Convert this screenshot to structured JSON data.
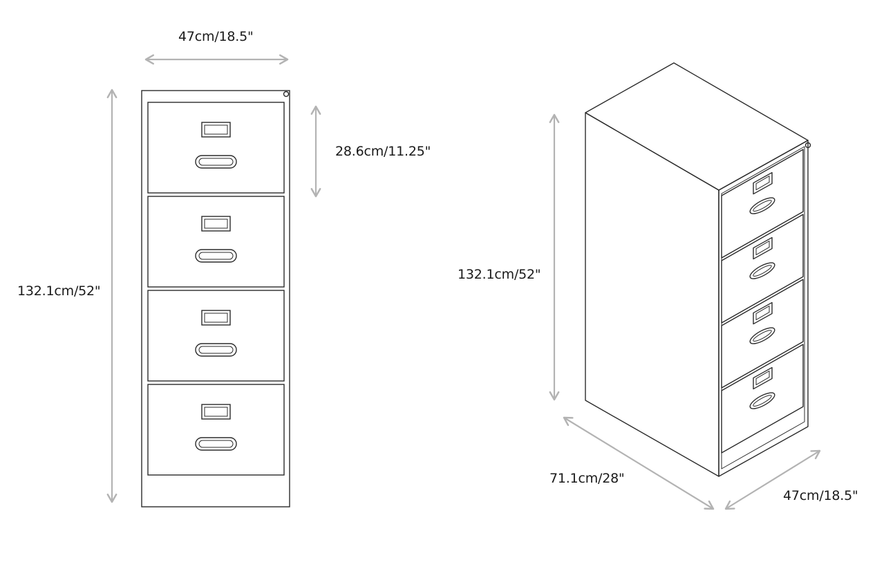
{
  "front_view": {
    "width_label": "47cm/18.5\"",
    "drawer_height_label": "28.6cm/11.25\"",
    "height_label": "132.1cm/52\"",
    "drawer_count": 4
  },
  "iso_view": {
    "height_label": "132.1cm/52\"",
    "depth_label": "71.1cm/28\"",
    "width_label": "47cm/18.5\"",
    "drawer_count": 4
  },
  "colors": {
    "line": "#2b2b2b",
    "arrow": "#b3b3b3",
    "text": "#1a1a1a"
  }
}
